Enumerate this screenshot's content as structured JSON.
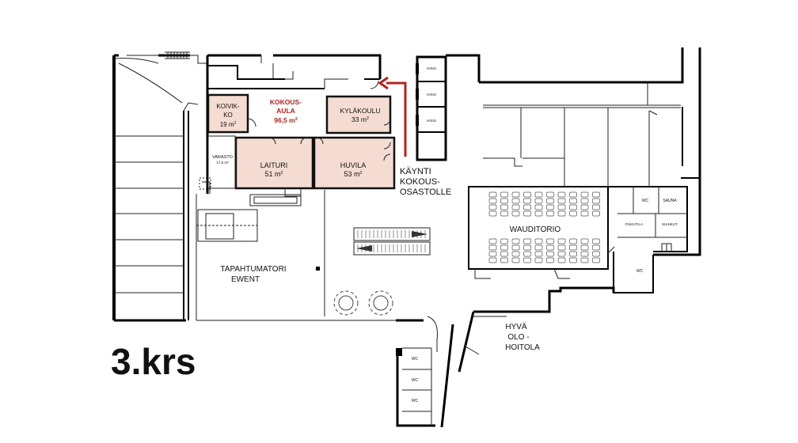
{
  "floor_label": "3.krs",
  "rooms": {
    "koivikko": {
      "name_line1": "KOIVIK-",
      "name_line2": "KO",
      "area": "19 m",
      "sup": "2"
    },
    "kokousaula": {
      "name_line1": "KOKOUS-",
      "name_line2": "AULA",
      "area": "96,5 m",
      "sup": "2"
    },
    "kylakoulu": {
      "name": "KYLÄKOULU",
      "area": "33 m",
      "sup": "2"
    },
    "laituri": {
      "name": "LAITURI",
      "area": "51 m",
      "sup": "2"
    },
    "huvila": {
      "name": "HUVILA",
      "area": "53 m",
      "sup": "2"
    },
    "varasto": {
      "name": "VARASTO",
      "area": "17,5 m²"
    }
  },
  "entrance": {
    "line1": "KÄYNTI",
    "line2": "KOKOUS-",
    "line3": "OSASTOLLE"
  },
  "tapahtumatori": {
    "line1": "TAPAHTUMATORI",
    "line2": "EWENT"
  },
  "wauditorio": "WAUDITORIO",
  "hyva_olo": {
    "line1": "HYVÄ",
    "line2": "OLO -",
    "line3": "HOITOLA"
  },
  "small_labels": {
    "hissi": "HISSI",
    "wc": "WC",
    "sauna": "SAUNA",
    "pukutila": "PUKUTILA",
    "suihkut": "SUIHKUT"
  },
  "colors": {
    "accent_red": "#b5211d",
    "room_fill": "#f4dcd2"
  }
}
